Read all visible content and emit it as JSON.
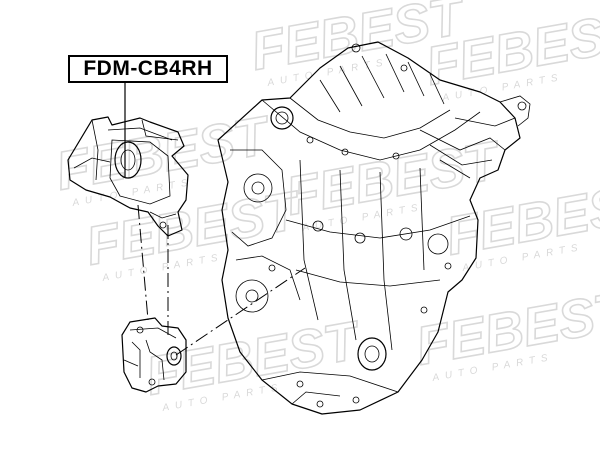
{
  "part_number": "FDM-CB4RH",
  "watermark": {
    "brand": "FEBEST",
    "tagline": "AUTO PARTS"
  },
  "colors": {
    "line": "#000000",
    "watermark": "#d9d9d9",
    "background": "#ffffff"
  }
}
